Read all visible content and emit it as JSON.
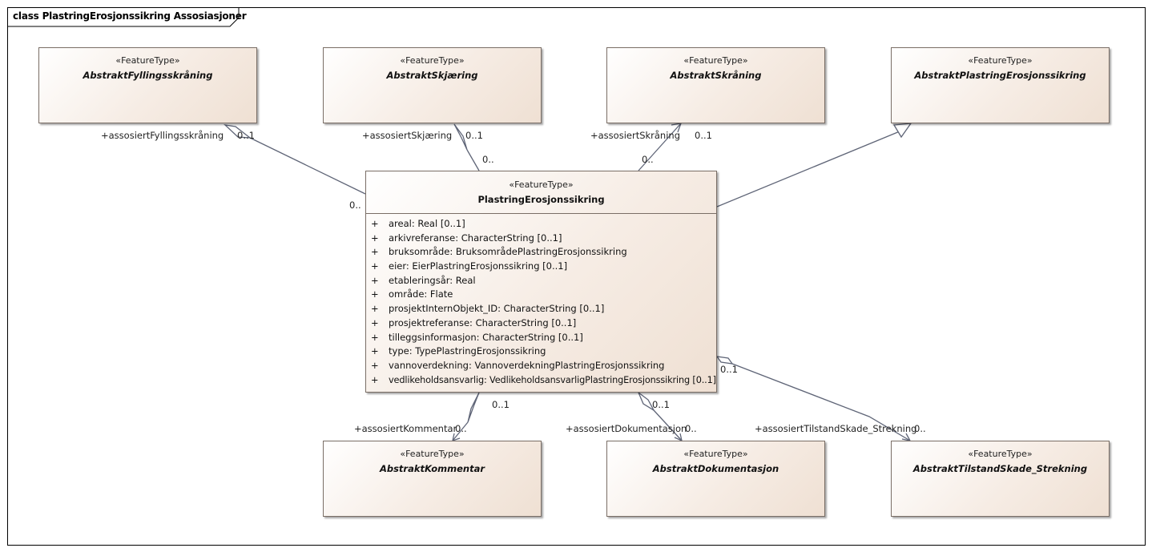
{
  "diagram": {
    "title": "class PlastringErosjonssikring Assosiasjoner"
  },
  "classes": [
    {
      "id": "fyllingsskraning",
      "stereotype": "«FeatureType»",
      "name": "AbstraktFyllingsskråning",
      "abstract": true
    },
    {
      "id": "skjaering",
      "stereotype": "«FeatureType»",
      "name": "AbstraktSkjæring",
      "abstract": true
    },
    {
      "id": "skraning",
      "stereotype": "«FeatureType»",
      "name": "AbstraktSkråning",
      "abstract": true
    },
    {
      "id": "plastring",
      "stereotype": "«FeatureType»",
      "name": "AbstraktPlastringErosjonssikring",
      "abstract": true
    },
    {
      "id": "kommentar",
      "stereotype": "«FeatureType»",
      "name": "AbstraktKommentar",
      "abstract": true
    },
    {
      "id": "dokumentasjon",
      "stereotype": "«FeatureType»",
      "name": "AbstraktDokumentasjon",
      "abstract": true
    },
    {
      "id": "tilstand",
      "stereotype": "«FeatureType»",
      "name": "AbstraktTilstandSkade_Strekning",
      "abstract": true
    }
  ],
  "main_class": {
    "stereotype": "«FeatureType»",
    "name": "PlastringErosjonssikring",
    "attributes": [
      {
        "visibility": "+",
        "text": "areal: Real [0..1]"
      },
      {
        "visibility": "+",
        "text": "arkivreferanse: CharacterString [0..1]"
      },
      {
        "visibility": "+",
        "text": "bruksområde: BruksområdePlastringErosjonssikring"
      },
      {
        "visibility": "+",
        "text": "eier: EierPlastringErosjonssikring [0..1]"
      },
      {
        "visibility": "+",
        "text": "etableringsår: Real"
      },
      {
        "visibility": "+",
        "text": "område: Flate"
      },
      {
        "visibility": "+",
        "text": "prosjektInternObjekt_ID: CharacterString [0..1]"
      },
      {
        "visibility": "+",
        "text": "prosjektreferanse: CharacterString [0..1]"
      },
      {
        "visibility": "+",
        "text": "tilleggsinformasjon: CharacterString [0..1]"
      },
      {
        "visibility": "+",
        "text": "type: TypePlastringErosjonssikring"
      },
      {
        "visibility": "+",
        "text": "vannoverdekning: VannoverdekningPlastringErosjonssikring"
      },
      {
        "visibility": "+",
        "text": "vedlikeholdsansvarlig: VedlikeholdsansvarligPlastringErosjonssikring [0..1]"
      }
    ]
  },
  "associations": [
    {
      "role": "+assosiertFyllingsskråning",
      "target_multiplicity": "0..1",
      "source_multiplicity": "0.."
    },
    {
      "role": "+assosiertSkjæring",
      "target_multiplicity": "0..1",
      "source_multiplicity": "0.."
    },
    {
      "role": "+assosiertSkråning",
      "target_multiplicity": "0..1",
      "source_multiplicity": "0.."
    },
    {
      "role": "+assosiertKommentar",
      "target_multiplicity": "0..",
      "source_multiplicity": "0..1"
    },
    {
      "role": "+assosiertDokumentasjon",
      "target_multiplicity": "0..",
      "source_multiplicity": "0..1"
    },
    {
      "role": "+assosiertTilstandSkade_Strekning",
      "target_multiplicity": "0..",
      "source_multiplicity": "0..1"
    }
  ],
  "colors": {
    "line": "#5f6577",
    "box_border": "#7a6e66",
    "box_fill_start": "#ffffff",
    "box_fill_end": "#efe0d3"
  }
}
